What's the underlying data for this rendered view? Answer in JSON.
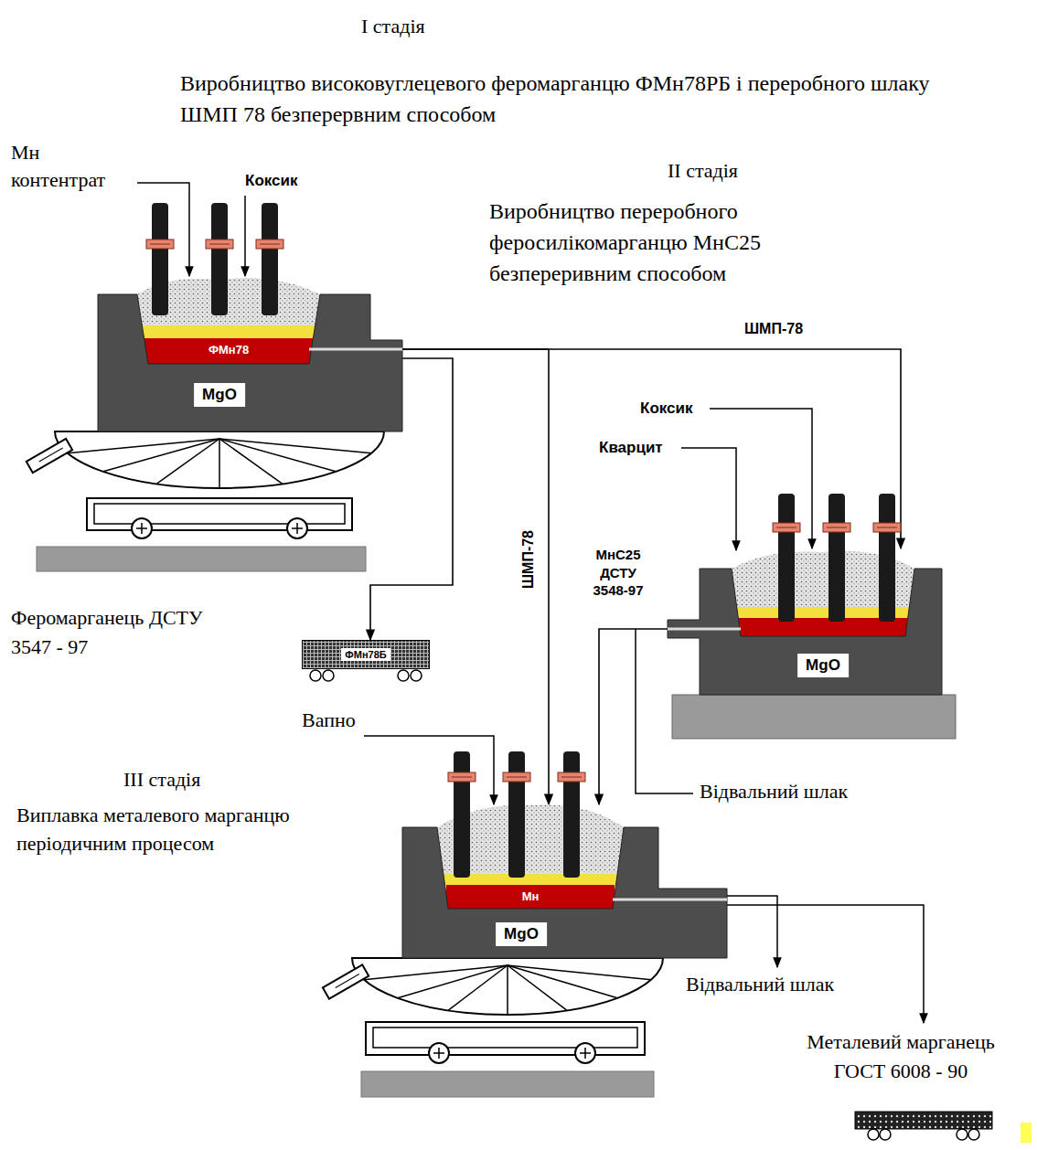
{
  "diagram": {
    "nodes": [
      {
        "text": [
          "MgO"
        ]
      },
      {
        "text": [
          "ФМн78"
        ],
        "in": 0
      },
      {
        "text": [
          "MgO"
        ]
      },
      {
        "text": [
          "ФМн78Б"
        ]
      },
      {
        "text": [
          "MgO"
        ]
      },
      {
        "text": [
          "Мн"
        ],
        "in": 4
      }
    ],
    "edges": [
      {
        "from": 0,
        "to": 2,
        "label": "ШМП-78",
        "arrow": "to"
      },
      {
        "from": 0,
        "to": 4,
        "label": "ШМП-78",
        "arrow": "to"
      },
      {
        "from": 0,
        "to": 3,
        "arrow": "to"
      },
      {
        "from": 2,
        "to": 4,
        "label": "МнС25 ДСТУ 3548-97",
        "arrow": "to"
      }
    ],
    "labels": [
      "І стадія",
      "Виробництво високовуглецевого феромарганцю ФМн78РБ і переробного шлаку ШМП 78 безперервним способом",
      "Мн контентрат",
      "Коксик",
      "ІІ стадія",
      "Виробництво переробного феросилікомарганцю МнС25 безпереривним способом",
      "Кварцит",
      "Коксик",
      "Феромарганець ДСТУ 3547 - 97",
      "Вапно",
      "ІІІ стадія",
      "Виплавка металевого марганцю періодичним процесом",
      "Відвальний шлак",
      "Відвальний шлак",
      "Металевий марганець ГОСТ 6008 - 90"
    ]
  }
}
